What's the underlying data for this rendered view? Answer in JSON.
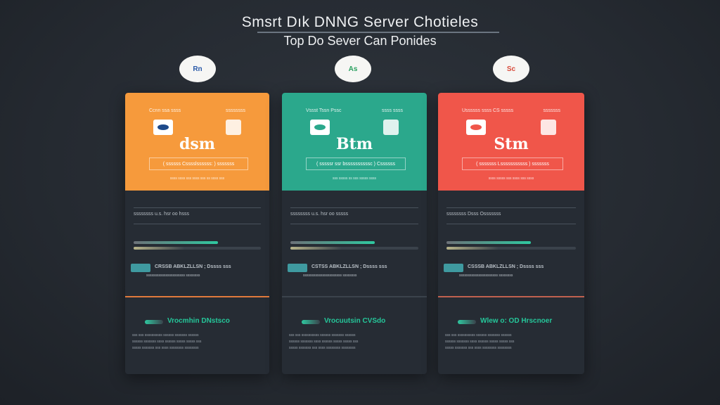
{
  "header": {
    "title": "Smsrt Dık DNNG Server Chotieles",
    "subtitle": "Top Do Sever Can Ponides"
  },
  "cards": [
    {
      "color": "#f69a3c",
      "logo": "Rn",
      "head_left": "Ccnn ssa ssss",
      "head_right": "ssssssss",
      "price": "dsm",
      "box": "( ssssss Csssslssssss: ) sssssss",
      "foot": "ssss ssss sss ssss sss ss ssss sss",
      "row1": "ssssssss u.s. hsr oo hsss",
      "row3": "CRSSB ABKLZLLSN ; Dssss sss",
      "row4": "ssssssssssssssssssssss ssssssss",
      "footer_heading": "Vrocmhin DNstsco",
      "para": [
        "sss sss ssssssssss ssssss sssssss ssssss",
        "ssssss sssssss ssss ssssss sssss sssss sss",
        "sssss sssssss sss ssss ssssssss ssssssss"
      ],
      "divider": "#e07a3c"
    },
    {
      "color": "#2ba88c",
      "logo": "As",
      "head_left": "Vssst Tssn Pssc",
      "head_right": "ssss ssss",
      "price": "Btm",
      "box": "( sssssr ssr bssssssssssc ) Cssssss",
      "foot": "sss sssss ss sss sssss ssss",
      "row1": "ssssssss u.s. hsr oo sssss",
      "row3": "CSTSS ABKLZLLSN ; Dssss sss",
      "row4": "ssssssssssssssssssssss ssssssss",
      "footer_heading": "Vrocuutsin CVSdo",
      "para": [
        "sss sss ssssssssss ssssss sssssss ssssss",
        "ssssss sssssss ssss ssssss sssss sssss sss",
        "sssss sssssss sss ssss ssssssss ssssssss"
      ],
      "divider": "#3b434c"
    },
    {
      "color": "#f0564a",
      "logo": "Sc",
      "head_left": "Ussssss ssss CS sssss",
      "head_right": "sssssss",
      "price": "Stm",
      "box": "( sssssss Lsssssssssss ) sssssss",
      "foot": "ssss sssss sss ssss sss ssss",
      "row1": "ssssssss Dsss Osssssss",
      "row3": "CSSSB ABKLZLLSN ; Dssss sss",
      "row4": "ssssssssssssssssssssss ssssssss",
      "footer_heading": "Wlew o: OD Hrscnoer",
      "para": [
        "sss sss ssssssssss ssssss sssssss ssssss",
        "ssssss sssssss ssss ssssss sssss sssss sss",
        "sssss sssssss sss ssss ssssssss ssssssss"
      ],
      "divider": "#c0614f"
    }
  ]
}
